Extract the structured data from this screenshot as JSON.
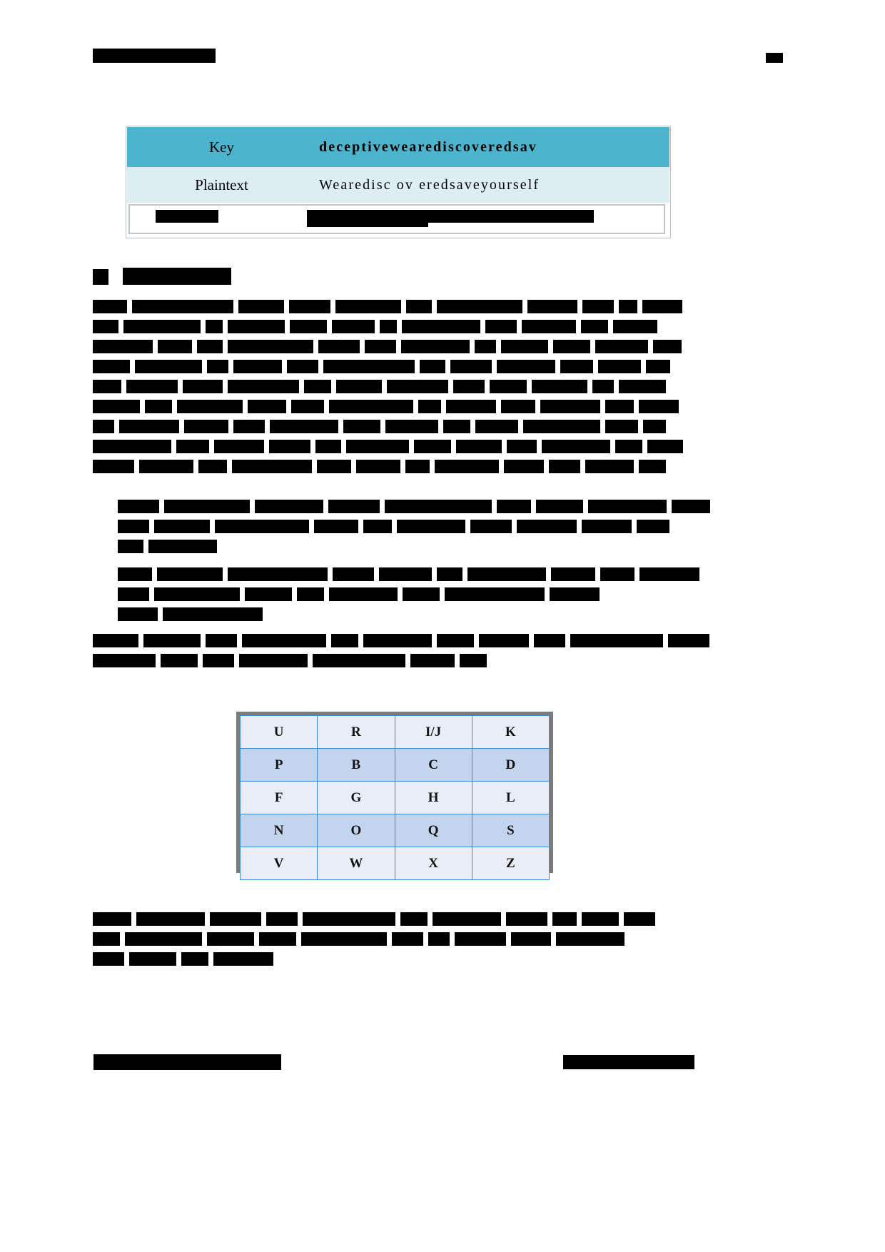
{
  "document": {
    "type": "textbook-page",
    "header": {
      "left_redacted": true,
      "right_redacted": true,
      "left_label": "",
      "right_label": ""
    },
    "footer": {
      "left_redacted": true,
      "right_redacted": true,
      "left_label": "",
      "right_label": ""
    }
  },
  "cipher_table": {
    "rows": [
      {
        "label": "Key",
        "value": "deceptivewearediscoveredsav",
        "redacted": false,
        "style": "header"
      },
      {
        "label": "Plaintext",
        "value": "Wearedisc ov eredsaveyourself",
        "redacted": false,
        "style": "light"
      },
      {
        "label": "",
        "value": "",
        "redacted": true,
        "style": "plain"
      }
    ],
    "colors": {
      "header_bg": "#4cb4cd",
      "row_bg": "#dceef2",
      "plain_bg": "#ffffff",
      "outline": "#b9c0c4"
    }
  },
  "section": {
    "number": "",
    "title": "",
    "redacted": true
  },
  "body_lines": [
    [
      48,
      142,
      64,
      58,
      92,
      36,
      120,
      70,
      44,
      26,
      56
    ],
    [
      36,
      108,
      24,
      80,
      52,
      60,
      24,
      110,
      44,
      76,
      38,
      62
    ],
    [
      84,
      48,
      36,
      120,
      58,
      44,
      96,
      30,
      66,
      52,
      74,
      40
    ],
    [
      52,
      94,
      30,
      68,
      44,
      128,
      36,
      58,
      82,
      46,
      60,
      34
    ],
    [
      40,
      72,
      56,
      100,
      38,
      64,
      86,
      44,
      52,
      78,
      30,
      66
    ],
    [
      66,
      38,
      92,
      54,
      46,
      118,
      32,
      70,
      48,
      84,
      40,
      56
    ],
    [
      30,
      84,
      62,
      44,
      96,
      52,
      74,
      38,
      60,
      108,
      46,
      32
    ],
    [
      110,
      46,
      70,
      58,
      36,
      88,
      52,
      64,
      42,
      96,
      38,
      50
    ],
    [
      58,
      76,
      40,
      112,
      48,
      62,
      34,
      90,
      56,
      44,
      68,
      38
    ]
  ],
  "body_lines_2": [
    [
      58,
      120,
      96,
      72,
      150,
      48,
      66,
      110,
      54
    ],
    [
      44,
      78,
      132,
      62,
      40,
      96,
      58,
      84,
      70,
      46
    ],
    [
      36,
      96
    ]
  ],
  "body_lines_3": [
    [
      48,
      92,
      140,
      58,
      74,
      36,
      110,
      62,
      48,
      84
    ],
    [
      44,
      120,
      66,
      38,
      96,
      52,
      140,
      70
    ],
    [
      56,
      140
    ]
  ],
  "body_lines_4": [
    [
      64,
      80,
      44,
      118,
      38,
      96,
      52,
      70,
      44,
      130,
      58
    ],
    [
      88,
      52,
      44,
      96,
      130,
      62,
      38
    ]
  ],
  "grid": {
    "caption": "",
    "columns": 4,
    "rows": 5,
    "cells": [
      [
        "U",
        "R",
        "I/J",
        "K"
      ],
      [
        "P",
        "B",
        "C",
        "D"
      ],
      [
        "F",
        "G",
        "H",
        "L"
      ],
      [
        "N",
        "O",
        "Q",
        "S"
      ],
      [
        "V",
        "W",
        "X",
        "Z"
      ]
    ],
    "colors": {
      "border_outer": "#7b7b7b",
      "border_inner": "#3f8bd1",
      "row_odd_bg": "#e9edf7",
      "row_even_bg": "#c3d4ee"
    }
  },
  "lower_lines": [
    [
      54,
      96,
      72,
      44,
      130,
      38,
      96,
      58,
      34,
      52,
      44
    ],
    [
      38,
      108,
      66,
      52,
      120,
      44,
      30,
      72,
      56,
      96
    ],
    [
      44,
      66,
      38,
      84
    ]
  ]
}
